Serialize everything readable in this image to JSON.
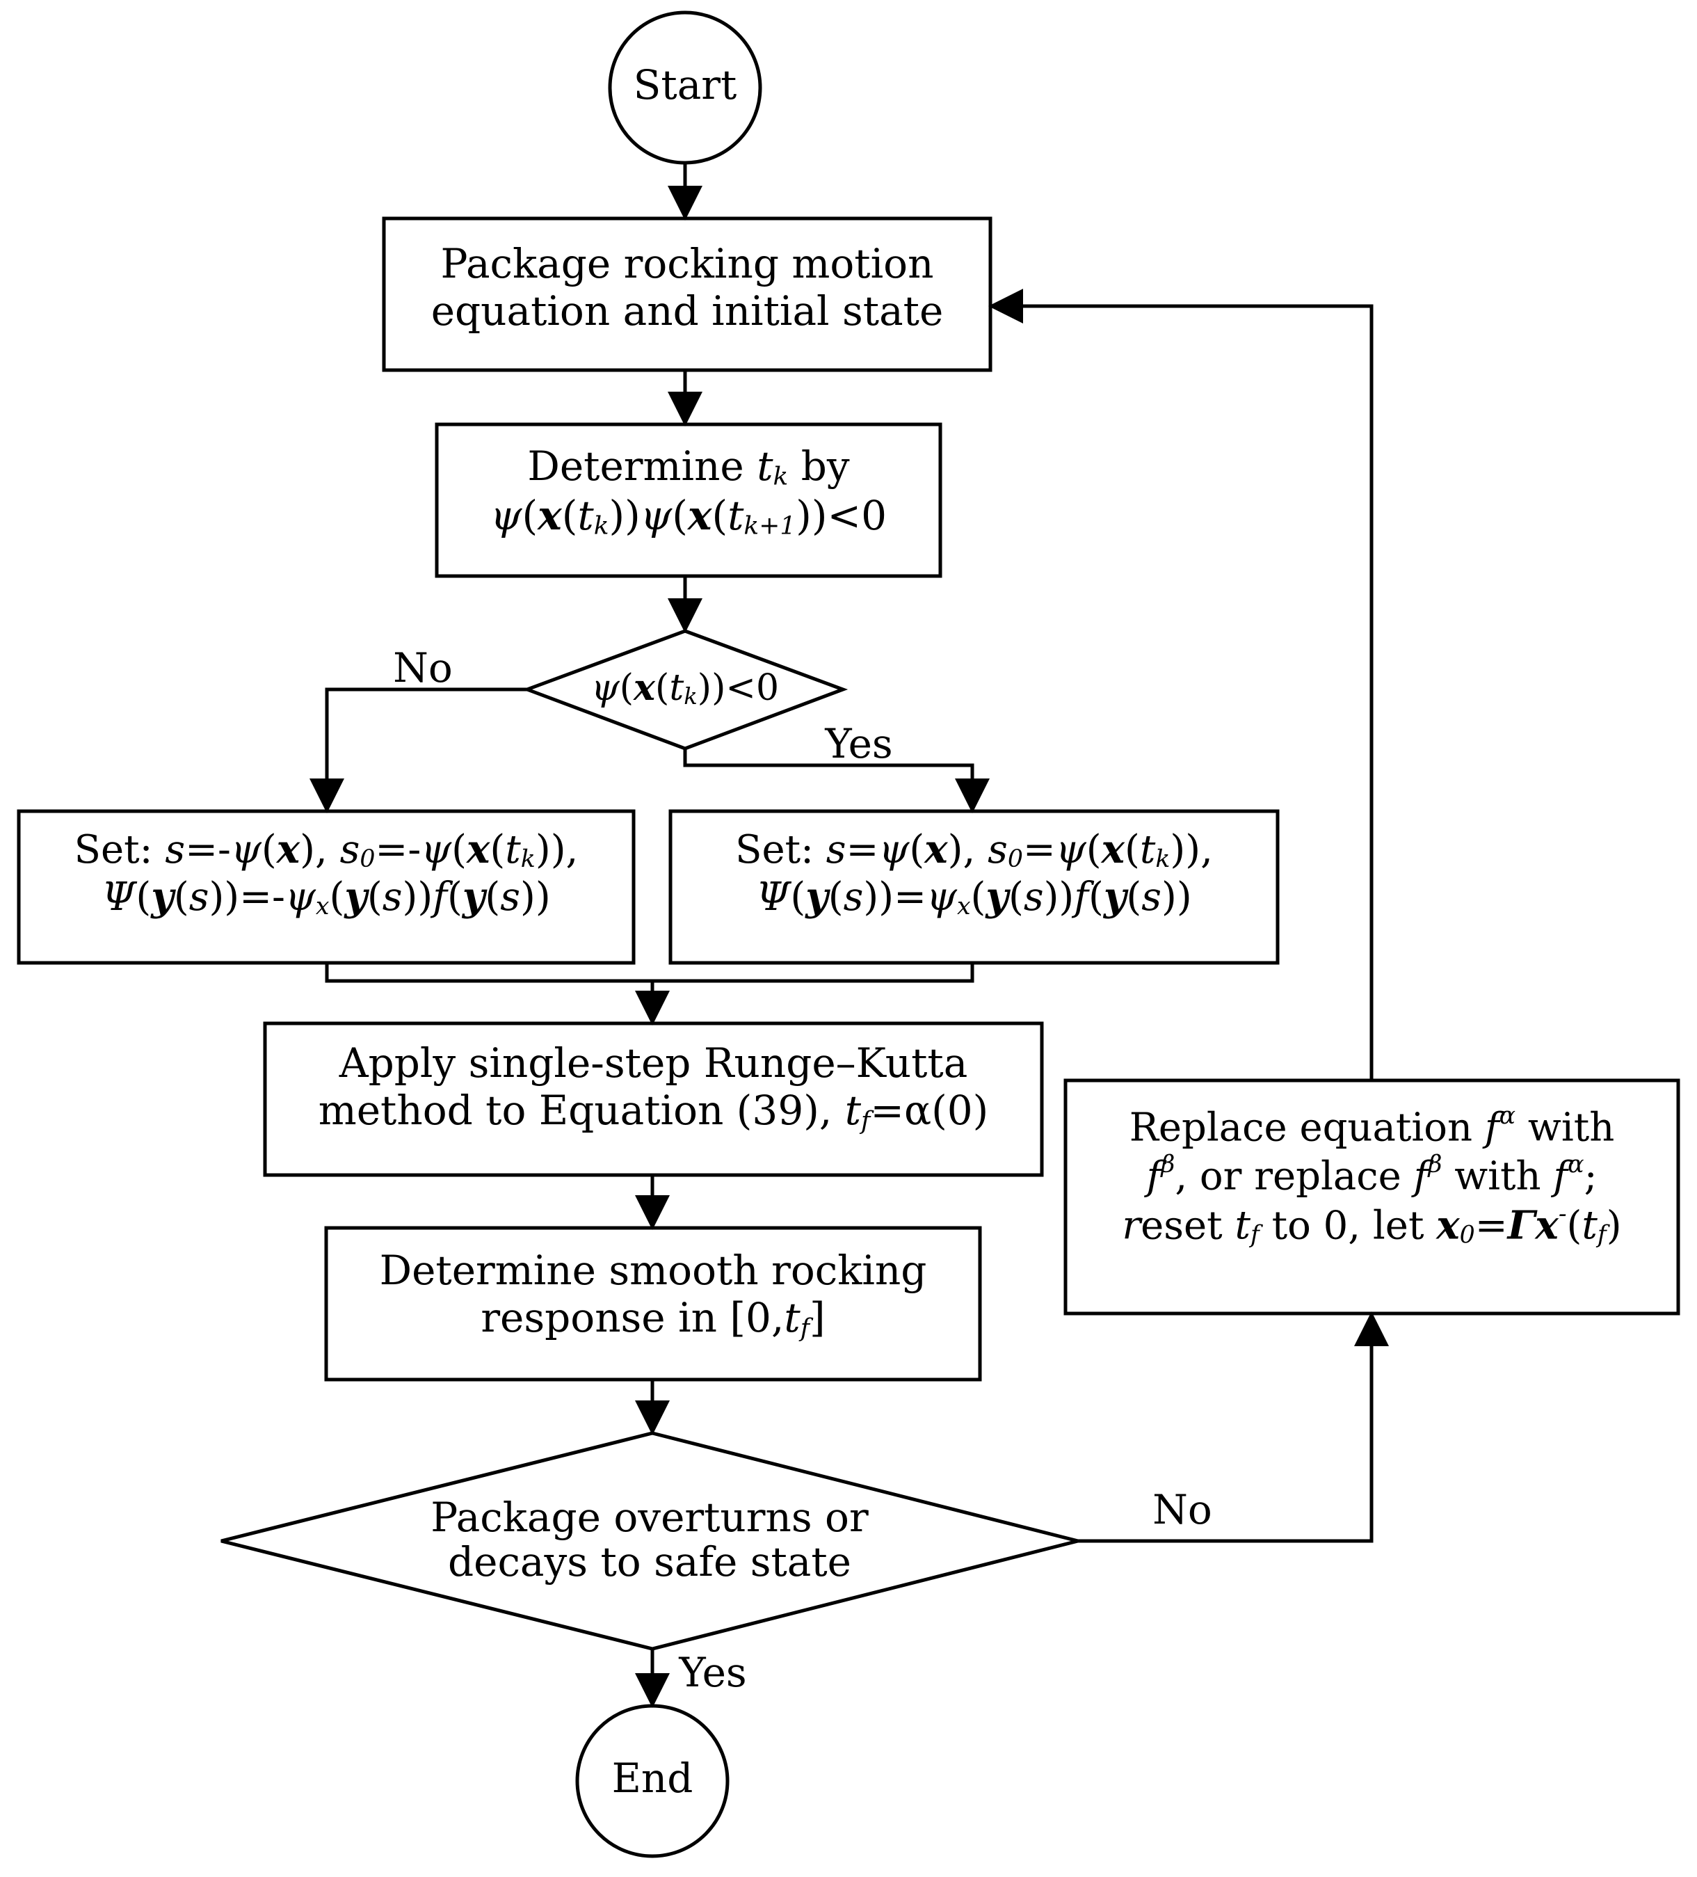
{
  "nodes": {
    "start": {
      "text": "Start"
    },
    "package": {
      "line1": "Package rocking motion",
      "line2": "equation and initial state"
    },
    "determine_tk": {
      "line1_prefix": "Determine",
      "line1_var": "t",
      "line1_sub": "k",
      "line1_suffix": "by"
    },
    "decision_psi": {},
    "set_left": {},
    "set_right": {},
    "runge_kutta": {
      "line1": "Apply single-step Runge–Kutta",
      "line2_text": "method to Equation (39),",
      "line2_var": "t",
      "line2_sub": "f",
      "line2_eq": "=α(0)"
    },
    "determine_smooth": {
      "line1": "Determine smooth rocking",
      "line2_text": "response in [0,",
      "line2_var": "t",
      "line2_sub": "f",
      "line2_close": "]"
    },
    "decision_overturn": {
      "line1": "Package overturns or",
      "line2": "decays to safe state"
    },
    "replace": {},
    "end": {
      "text": "End"
    }
  },
  "edge_labels": {
    "no_left": "No",
    "yes_right": "Yes",
    "no_right": "No",
    "yes_down": "Yes"
  }
}
